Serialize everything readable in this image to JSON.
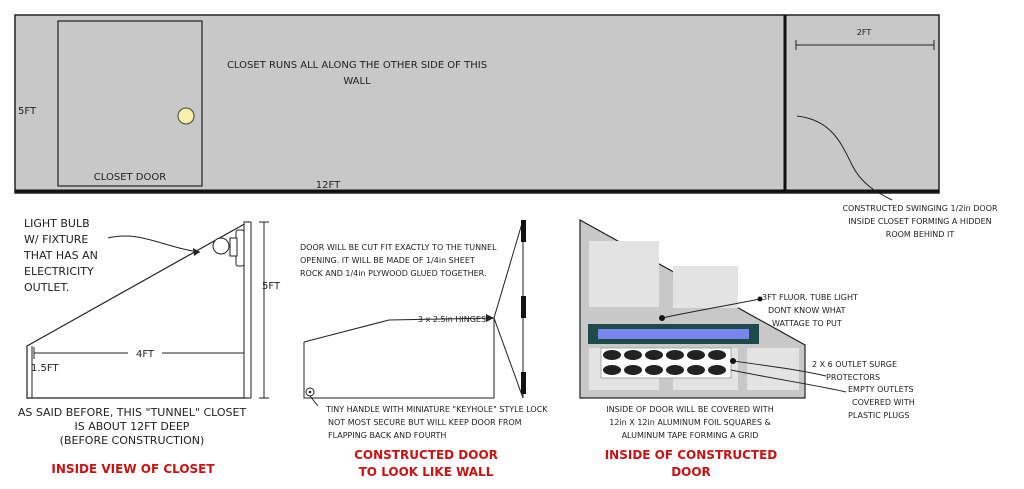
{
  "top_view": {
    "closet_note_line1": "CLOSET RUNS ALL ALONG THE OTHER SIDE OF THIS",
    "closet_note_line2": "WALL",
    "closet_door_label": "CLOSET DOOR",
    "height_label": "5FT",
    "length_label": "12FT",
    "door_width_label": "2FT",
    "swing_door_note": [
      "CONSTRUCTED SWINGING 1/2in DOOR",
      "INSIDE CLOSET FORMING A HIDDEN",
      "ROOM BEHIND IT"
    ]
  },
  "inside_view": {
    "bulb_note": [
      "LIGHT BULB",
      "W/ FIXTURE",
      "THAT HAS AN",
      "ELECTRICITY",
      "OUTLET."
    ],
    "height_label": "5FT",
    "depth_label": "4FT",
    "low_height_label": "1.5FT",
    "note": [
      "AS SAID BEFORE, THIS \"TUNNEL\" CLOSET",
      "IS ABOUT 12FT DEEP",
      "(BEFORE CONSTRUCTION)"
    ],
    "caption": "INSIDE VIEW OF CLOSET"
  },
  "constructed_door": {
    "note": [
      "DOOR WILL BE CUT FIT EXACTLY TO THE TUNNEL",
      "OPENING. IT WILL BE MADE OF 1/4in SHEET",
      "ROCK AND 1/4in PLYWOOD GLUED TOGETHER."
    ],
    "hinges_label": "3 x 2.5in HINGES",
    "handle_note": [
      "TINY HANDLE WITH MINIATURE \"KEYHOLE\" STYLE LOCK",
      "NOT MOST SECURE BUT WILL KEEP DOOR FROM",
      "FLAPPING BACK AND FOURTH"
    ],
    "caption": [
      "CONSTRUCTED DOOR",
      "TO LOOK LIKE WALL"
    ]
  },
  "inside_door": {
    "tube_note": [
      "3FT FLUOR. TUBE LIGHT",
      "DONT KNOW WHAT",
      "WATTAGE TO PUT"
    ],
    "outlet_note": [
      "2 X 6 OUTLET SURGE",
      "PROTECTORS"
    ],
    "empty_note": [
      "EMPTY OUTLETS",
      "COVERED WITH",
      "PLASTIC PLUGS"
    ],
    "foil_note": [
      "INSIDE OF DOOR WILL BE COVERED WITH",
      "12in X 12in ALUMINUM FOIL SQUARES &",
      "ALUMINUM TAPE FORMING A GRID"
    ],
    "caption": [
      "INSIDE OF CONSTRUCTED",
      "DOOR"
    ]
  },
  "colors": {
    "wall_gray": "#c8c8c8",
    "door_gray": "#e3e3e3",
    "tube_frame": "#1f4a4a",
    "tube_light": "#7a86f0",
    "bulb": "#f5f0a8",
    "caption_red": "#cc1111"
  }
}
